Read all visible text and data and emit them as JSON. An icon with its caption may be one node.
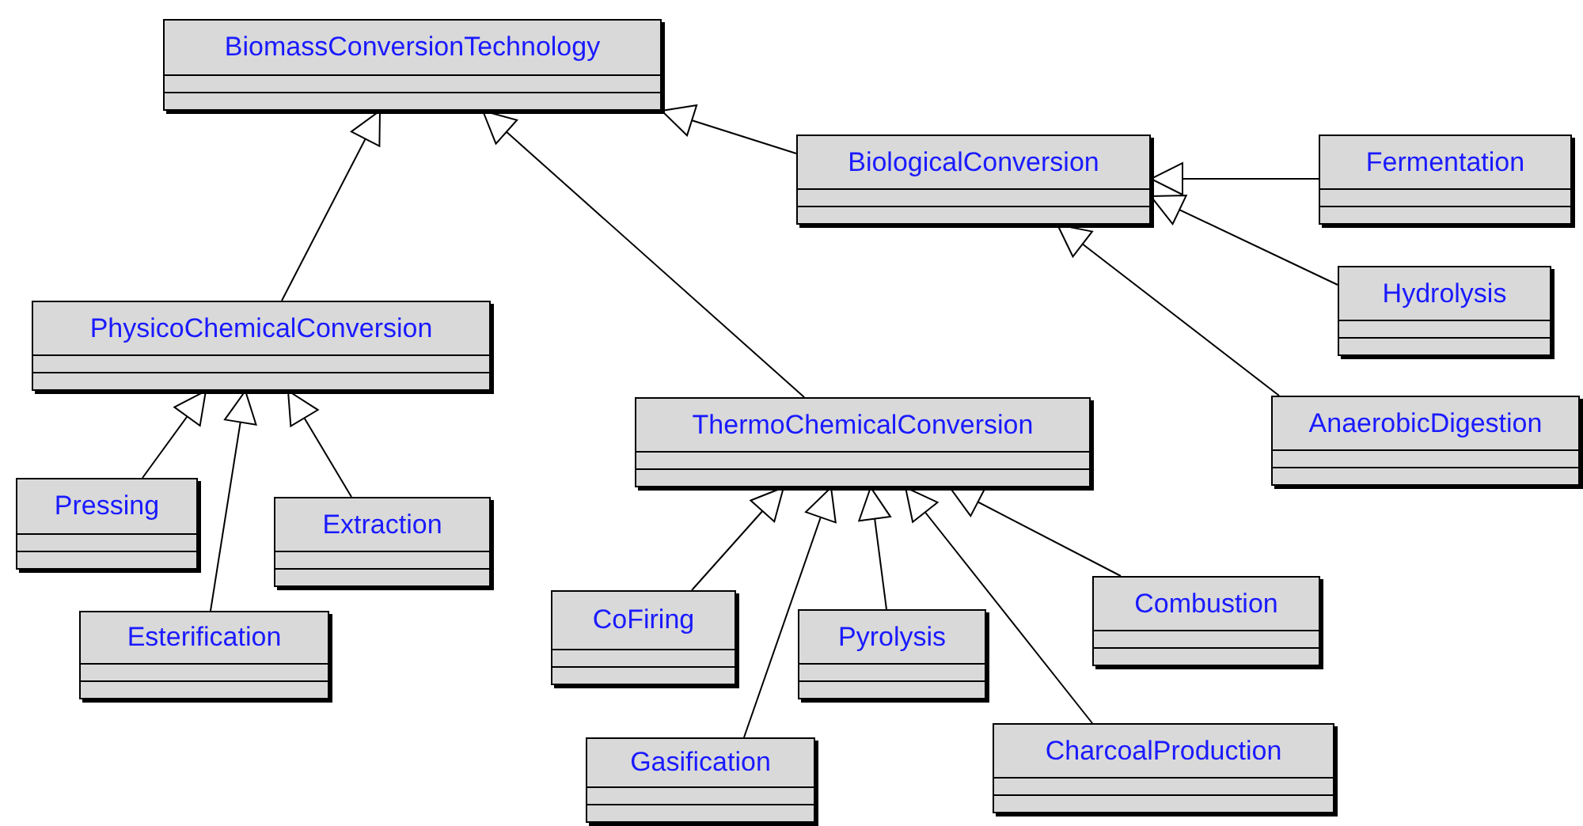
{
  "diagram": {
    "nodes": [
      {
        "text": [
          "BiomassConversionTechnology"
        ]
      },
      {
        "text": [
          "BiologicalConversion"
        ]
      },
      {
        "text": [
          "Fermentation"
        ]
      },
      {
        "text": [
          "Hydrolysis"
        ]
      },
      {
        "text": [
          "AnaerobicDigestion"
        ]
      },
      {
        "text": [
          "PhysicoChemicalConversion"
        ]
      },
      {
        "text": [
          "ThermoChemicalConversion"
        ]
      },
      {
        "text": [
          "Pressing"
        ]
      },
      {
        "text": [
          "Extraction"
        ]
      },
      {
        "text": [
          "Esterification"
        ]
      },
      {
        "text": [
          "CoFiring"
        ]
      },
      {
        "text": [
          "Pyrolysis"
        ]
      },
      {
        "text": [
          "Combustion"
        ]
      },
      {
        "text": [
          "Gasification"
        ]
      },
      {
        "text": [
          "CharcoalProduction"
        ]
      }
    ],
    "edges": [
      {
        "from": 1,
        "to": 0,
        "arrow": "to"
      },
      {
        "from": 5,
        "to": 0,
        "arrow": "to"
      },
      {
        "from": 6,
        "to": 0,
        "arrow": "to"
      },
      {
        "from": 2,
        "to": 1,
        "arrow": "to"
      },
      {
        "from": 3,
        "to": 1,
        "arrow": "to"
      },
      {
        "from": 4,
        "to": 1,
        "arrow": "to"
      },
      {
        "from": 7,
        "to": 5,
        "arrow": "to"
      },
      {
        "from": 9,
        "to": 5,
        "arrow": "to"
      },
      {
        "from": 8,
        "to": 5,
        "arrow": "to"
      },
      {
        "from": 10,
        "to": 6,
        "arrow": "to"
      },
      {
        "from": 13,
        "to": 6,
        "arrow": "to"
      },
      {
        "from": 11,
        "to": 6,
        "arrow": "to"
      },
      {
        "from": 14,
        "to": 6,
        "arrow": "to"
      },
      {
        "from": 12,
        "to": 6,
        "arrow": "to"
      }
    ]
  }
}
